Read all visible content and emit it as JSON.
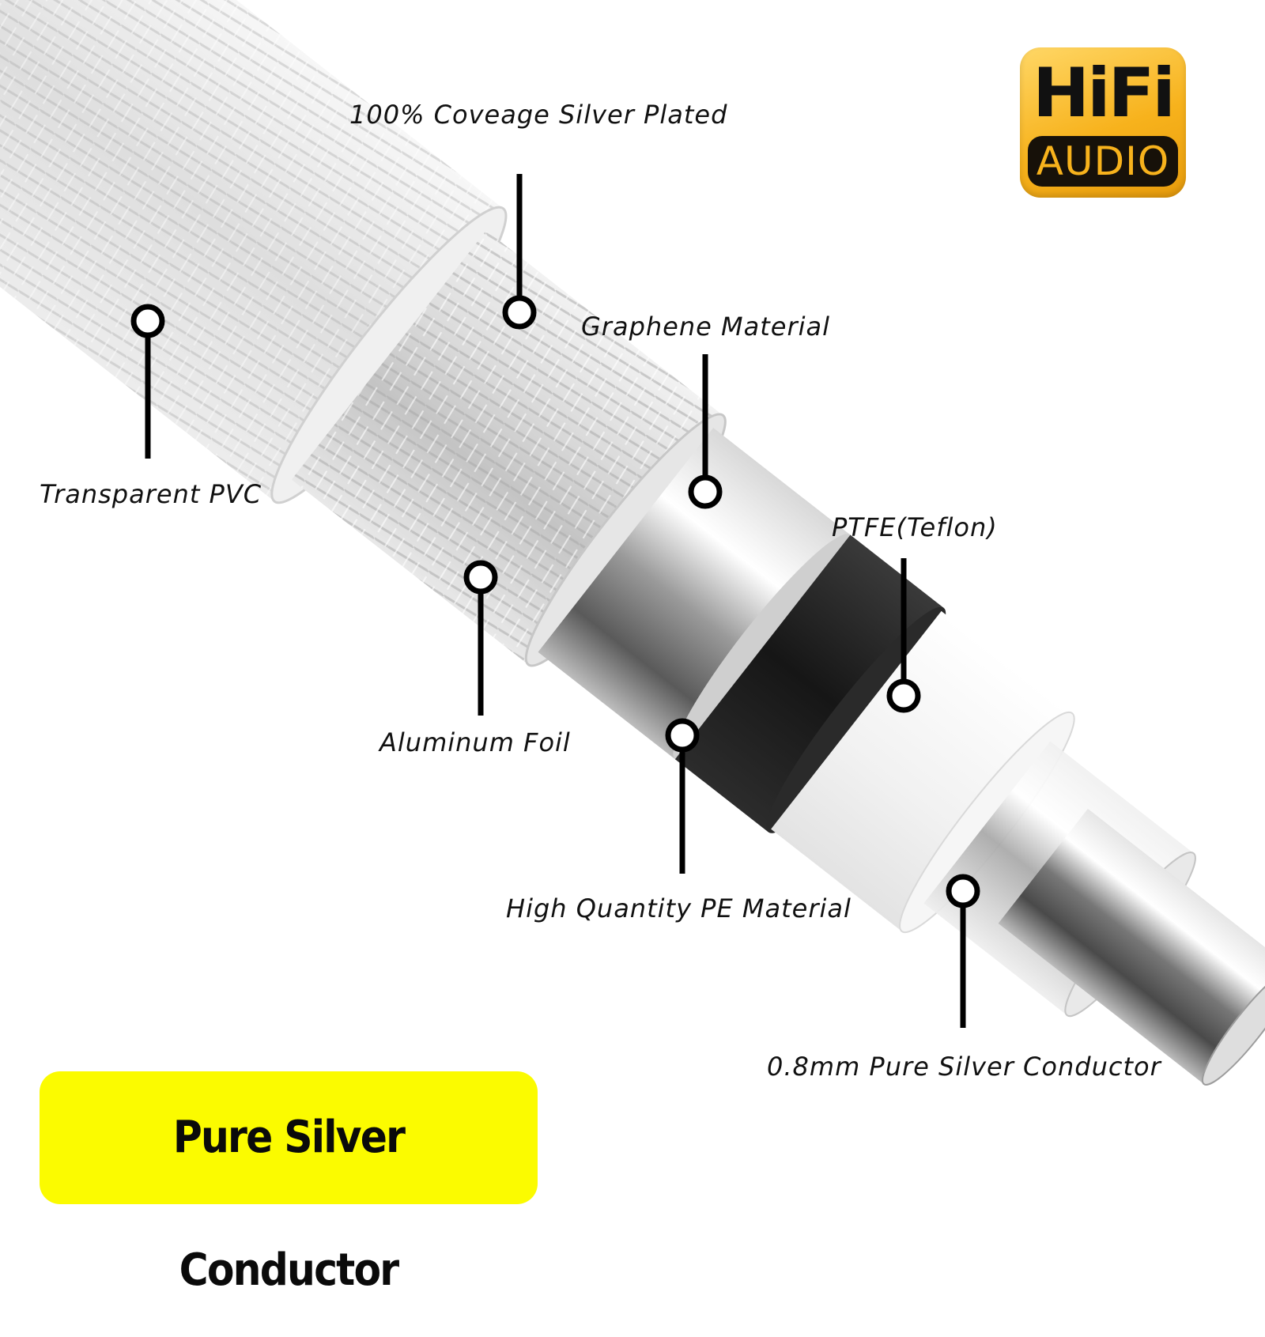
{
  "callouts": [
    {
      "id": "silver-plated",
      "label": "100% Coveage Silver Plated"
    },
    {
      "id": "graphene",
      "label": "Graphene Material"
    },
    {
      "id": "pvc",
      "label": "Transparent PVC"
    },
    {
      "id": "ptfe",
      "label": "PTFE(Teflon)"
    },
    {
      "id": "aluminum",
      "label": "Aluminum Foil"
    },
    {
      "id": "pe",
      "label": "High Quantity PE Material"
    },
    {
      "id": "conductor",
      "label": "0.8mm Pure Silver Conductor"
    }
  ],
  "badge": {
    "top": "HiFi",
    "bottom": "AUDIO"
  },
  "banner": {
    "text": "Pure Silver Conductor"
  },
  "colors": {
    "badge_gold": "#f7b21c",
    "badge_dark": "#171109",
    "banner_yellow": "#fbfb00",
    "graphene_black": "#1a1a1a",
    "pe_white": "#f4f4f4"
  }
}
